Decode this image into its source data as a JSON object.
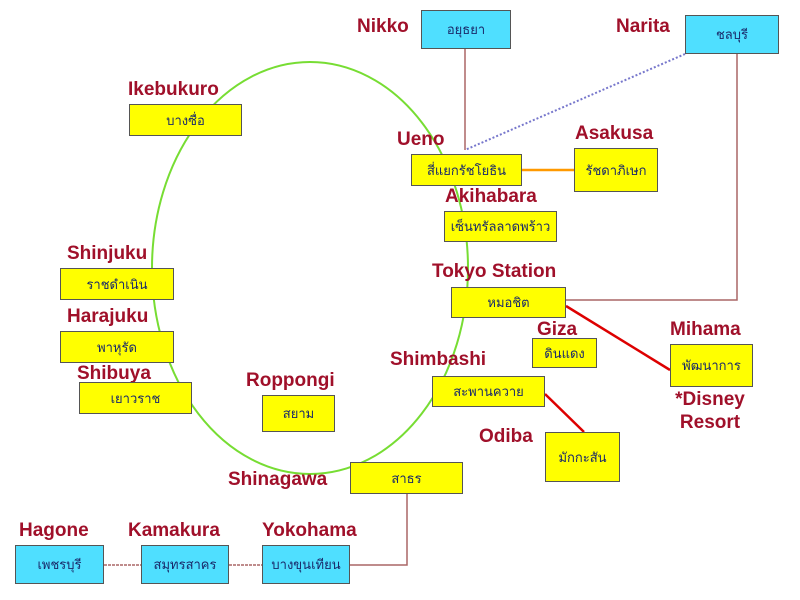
{
  "stations": {
    "ikebukuro": {
      "name": "Ikebukuro",
      "thai": "บางซื่อ"
    },
    "shinjuku": {
      "name": "Shinjuku",
      "thai": "ราชดำเนิน"
    },
    "harajuku": {
      "name": "Harajuku",
      "thai": "พาหุรัด"
    },
    "shibuya": {
      "name": "Shibuya",
      "thai": "เยาวราช"
    },
    "roppongi": {
      "name": "Roppongi",
      "thai": "สยาม"
    },
    "shinagawa": {
      "name": "Shinagawa",
      "thai": "สาธร"
    },
    "shimbashi": {
      "name": "Shimbashi",
      "thai": "สะพานควาย"
    },
    "odiba": {
      "name": "Odiba",
      "thai": "มักกะสัน"
    },
    "giza": {
      "name": "Giza",
      "thai": "ดินแดง"
    },
    "tokyo_station": {
      "name": "Tokyo Station",
      "thai": "หมอชิต"
    },
    "akihabara": {
      "name": "Akihabara",
      "thai": "เซ็นทรัลลาดพร้าว"
    },
    "ueno": {
      "name": "Ueno",
      "thai": "สี่แยกรัชโยธิน"
    },
    "asakusa": {
      "name": "Asakusa",
      "thai": "รัชดาภิเษก"
    },
    "nikko": {
      "name": "Nikko",
      "thai": "อยุธยา"
    },
    "narita": {
      "name": "Narita",
      "thai": "ชลบุรี"
    },
    "mihama": {
      "name": "Mihama",
      "thai": "พัฒนาการ",
      "note_line1": "*Disney",
      "note_line2": "Resort"
    },
    "yokohama": {
      "name": "Yokohama",
      "thai": "บางขุนเทียน"
    },
    "kamakura": {
      "name": "Kamakura",
      "thai": "สมุทรสาคร"
    },
    "hagone": {
      "name": "Hagone",
      "thai": "เพชรบุรี"
    }
  },
  "colors": {
    "loop_line": "#77dd33",
    "label_text": "#a0102a",
    "box_yellow": "#ffff00",
    "box_cyan": "#4fdfff",
    "line_red": "#dd0000",
    "line_orange": "#ff9900",
    "line_maroon": "#aa6666",
    "line_blue_dotted": "#7777cc"
  }
}
